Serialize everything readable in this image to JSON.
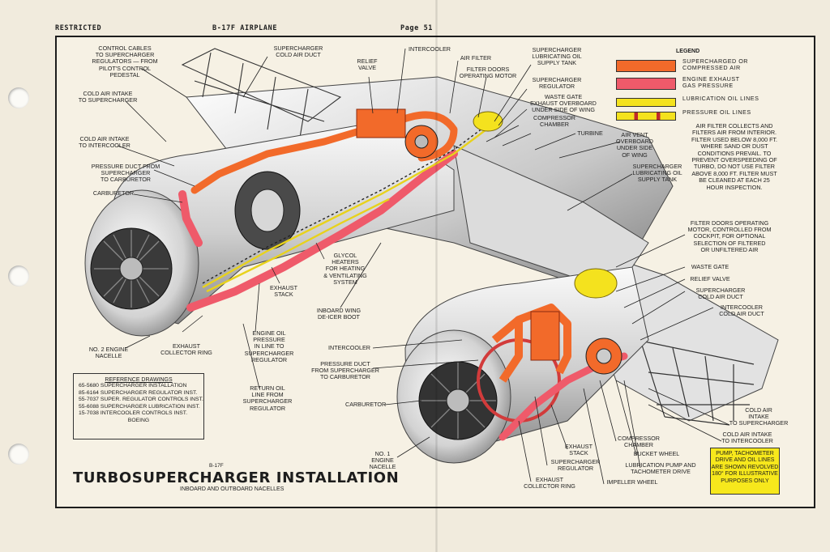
{
  "header": {
    "left": "RESTRICTED",
    "center": "B-17F AIRPLANE",
    "right": "Page 51"
  },
  "labels": {
    "control_cables": "CONTROL CABLES\nTO SUPERCHARGER\nREGULATORS — FROM\nPILOT'S CONTROL\nPEDESTAL",
    "sc_cold_air_duct_top": "SUPERCHARGER\nCOLD AIR DUCT",
    "relief_valve_top": "RELIEF\nVALVE",
    "intercooler_top": "INTERCOOLER",
    "air_filter": "AIR FILTER",
    "filter_doors_motor": "FILTER DOORS\nOPERATING MOTOR",
    "sc_lube_tank_top": "SUPERCHARGER\nLUBRICATING OIL\nSUPPLY TANK",
    "sc_regulator_top": "SUPERCHARGER\nREGULATOR",
    "waste_gate_top": "WASTE GATE\nEXHAUST OVERBOARD\nUNDER SIDE OF WING",
    "compressor_chamber_top": "COMPRESSOR\nCHAMBER",
    "turbine": "TURBINE",
    "air_vent": "AIR VENT\nOVERBOARD\nUNDER SIDE\nOF WING",
    "sc_lube_tank_right": "SUPERCHARGER\nLUBRICATING OIL\nSUPPLY TANK",
    "cold_intake_sc_left": "COLD AIR INTAKE\nTO SUPERCHARGER",
    "cold_intake_ic_left": "COLD AIR INTAKE\nTO INTERCOOLER",
    "pressure_duct_left": "PRESSURE DUCT FROM\nSUPERCHARGER\nTO CARBURETOR",
    "carburetor_left": "CARBURETOR",
    "glycol_heaters": "GLYCOL\nHEATERS\nFOR HEATING\n& VENTILATING\nSYSTEM",
    "exhaust_stack_left": "EXHAUST\nSTACK",
    "inboard_deicer": "INBOARD WING\nDE-ICER BOOT",
    "engine_oil_pressure": "ENGINE OIL\nPRESSURE\nIN LINE TO\nSUPERCHARGER\nREGULATOR",
    "exhaust_collector_left": "EXHAUST\nCOLLECTOR RING",
    "no2_nacelle": "No. 2 ENGINE\nNACELLE",
    "return_oil": "RETURN OIL\nLINE FROM\nSUPERCHARGER\nREGULATOR",
    "intercooler_mid": "INTERCOOLER",
    "pressure_duct_mid": "PRESSURE DUCT\nFROM SUPERCHARGER\nTO CARBURETOR",
    "carburetor_mid": "CARBURETOR",
    "no1_nacelle": "No. 1\nENGINE\nNACELLE",
    "filter_doors_right": "FILTER DOORS OPERATING\nMOTOR, CONTROLLED FROM\nCOCKPIT, FOR OPTIONAL\nSELECTION OF FILTERED\nOR UNFILTERED AIR",
    "waste_gate_right": "WASTE GATE",
    "relief_valve_right": "RELIEF VALVE",
    "sc_cold_air_duct_right": "SUPERCHARGER\nCOLD AIR DUCT",
    "intercooler_cold_duct": "INTERCOOLER\nCOLD AIR DUCT",
    "cold_intake_sc_right": "COLD AIR\nINTAKE\nTO SUPERCHARGER",
    "cold_intake_ic_right": "COLD AIR INTAKE\nTO INTERCOOLER",
    "compressor_chamber_bot": "COMPRESSOR\nCHAMBER",
    "bucket_wheel": "BUCKET WHEEL",
    "lube_pump": "LUBRICATION PUMP AND\nTACHOMETER DRIVE",
    "impeller_wheel": "IMPELLER WHEEL",
    "exhaust_stack_bot": "EXHAUST\nSTACK",
    "sc_regulator_bot": "SUPERCHARGER\nREGULATOR",
    "exhaust_collector_bot": "EXHAUST\nCOLLECTOR RING"
  },
  "legend": {
    "title": "LEGEND",
    "items": [
      {
        "text": "SUPERCHARGED OR\nCOMPRESSED AIR",
        "color": "#f26a2a"
      },
      {
        "text": "ENGINE EXHAUST\nGAS PRESSURE",
        "color": "#ef5a6a"
      },
      {
        "text": "LUBRICATION OIL LINES",
        "color": "#f4e21e"
      },
      {
        "text": "PRESSURE OIL LINES",
        "color": "#f4e21e",
        "stripe": "#c02a2a"
      }
    ]
  },
  "note": "AIR FILTER COLLECTS AND FILTERS AIR FROM INTERIOR. FILTER USED BELOW 8,000 FT. WHERE SAND OR DUST CONDITIONS PREVAIL. TO PREVENT OVERSPEEDING OF TURBO, DO NOT USE FILTER ABOVE 8,000 FT. FILTER MUST BE CLEANED AT EACH 25 HOUR INSPECTION.",
  "reference": {
    "heading": "REFERENCE DRAWINGS",
    "items": [
      "65-5680 SUPERCHARGER INSTALLATION",
      "85-6164 SUPERCHARGER REGULATOR INST.",
      "55-7037 SUPER. REGULATOR CONTROLS INST.",
      "55-6088 SUPERCHARGER LUBRICATION INST.",
      "15-7038 INTERCOOLER CONTROLS INST.",
      "BOEING"
    ]
  },
  "figure_no": "B-17F",
  "title": "TURBOSUPERCHARGER INSTALLATION",
  "subtitle": "INBOARD AND OUTBOARD NACELLES",
  "pump_note": "PUMP, TACHOMETER DRIVE AND OIL LINES ARE SHOWN REVOLVED 180° FOR ILLUSTRATIVE PURPOSES ONLY",
  "colors": {
    "air": "#f26a2a",
    "exhaust": "#ef5a6a",
    "oil": "#f4e21e",
    "note_bg": "#f7e81c"
  }
}
